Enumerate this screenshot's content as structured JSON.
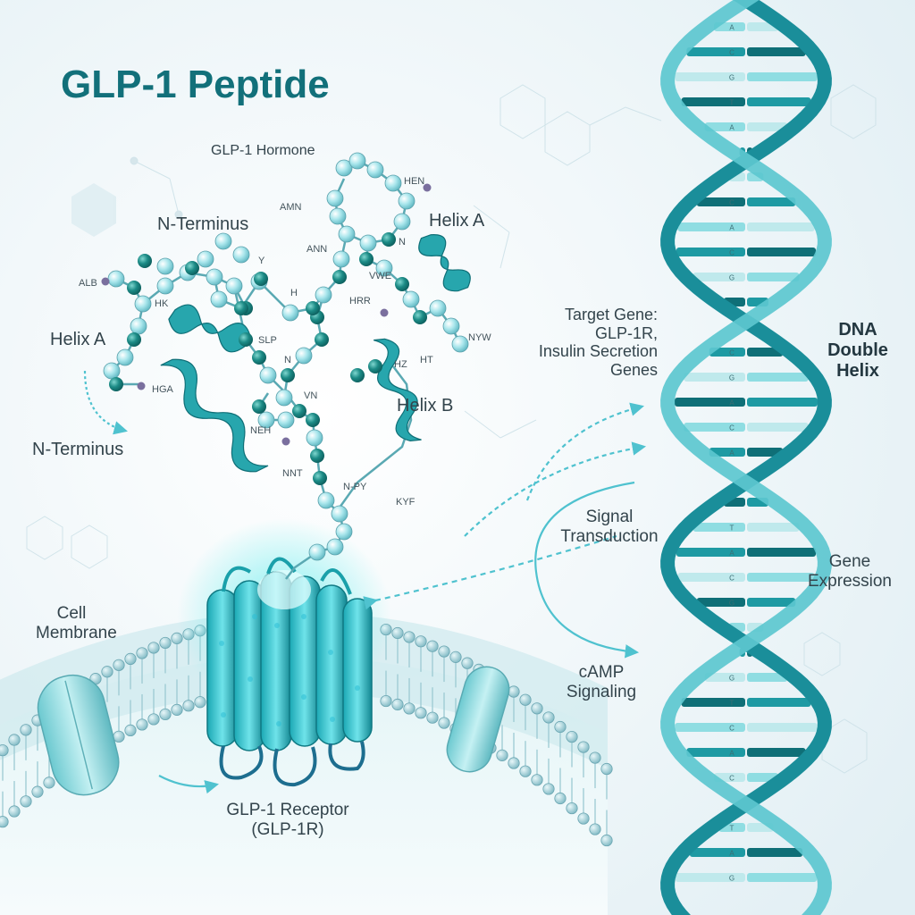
{
  "title": "GLP-1 Peptide",
  "colors": {
    "accent": "#12707a",
    "teal": "#1e9aa3",
    "light_teal": "#8fdde2",
    "background": "#eef6f9"
  },
  "labels": {
    "hormone": "GLP-1 Hormone",
    "n_terminus_top": "N-Terminus",
    "n_terminus_left": "N-Terminus",
    "helix_a_left": "Helix A",
    "helix_a_right": "Helix A",
    "helix_b": "Helix B",
    "cell_membrane_1": "Cell",
    "cell_membrane_2": "Membrane",
    "receptor_1": "GLP-1 Receptor",
    "receptor_2": "(GLP-1R)",
    "target_gene_1": "Target Gene:",
    "target_gene_2": "GLP-1R,",
    "target_gene_3": "Insulin Secretion",
    "target_gene_4": "Genes",
    "dna_1": "DNA",
    "dna_2": "Double",
    "dna_3": "Helix",
    "signal_1": "Signal",
    "signal_2": "Transduction",
    "gene_expr_1": "Gene",
    "gene_expr_2": "Expression",
    "camp_1": "cAMP",
    "camp_2": "Signaling"
  },
  "residues": [
    "AMN",
    "HEN",
    "ANN",
    "N",
    "VWE",
    "ALB",
    "HK",
    "Y",
    "H",
    "HRR",
    "NYW",
    "SLP",
    "N",
    "HZ",
    "HT",
    "HGA",
    "VN",
    "NEH",
    "NNT",
    "N-PY",
    "KYF"
  ],
  "dna_bases": [
    "A",
    "C",
    "G",
    "T",
    "A",
    "C",
    "G",
    "C",
    "A",
    "C",
    "G",
    "T",
    "A",
    "C",
    "G",
    "A",
    "C",
    "A",
    "C",
    "G",
    "T",
    "A",
    "C",
    "G",
    "A",
    "C",
    "G",
    "T",
    "C",
    "A",
    "C",
    "G",
    "T",
    "A",
    "G"
  ]
}
